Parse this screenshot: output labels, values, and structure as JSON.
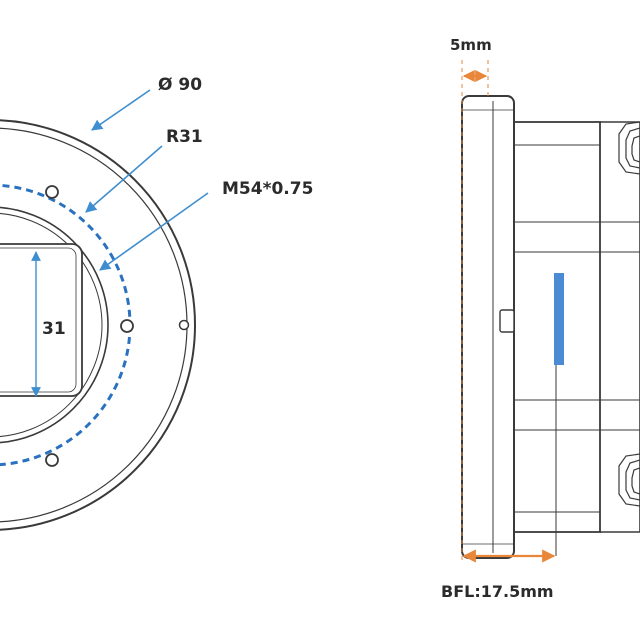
{
  "front_view": {
    "outer_diameter_label": "Ø 90",
    "bolt_circle_label": "R31",
    "thread_label": "M54*0.75",
    "sensor_height_label": "31"
  },
  "side_view": {
    "flange_thickness_label": "5mm",
    "back_focal_length_label": "BFL:17.5mm"
  },
  "colors": {
    "outline": "#3a3a3a",
    "dimension_blue": "#3f8fd0",
    "dashed_circle": "#2a72bf",
    "dimension_orange": "#e8873a",
    "sensor_bar": "#4a8bd4",
    "fill": "#ffffff"
  }
}
